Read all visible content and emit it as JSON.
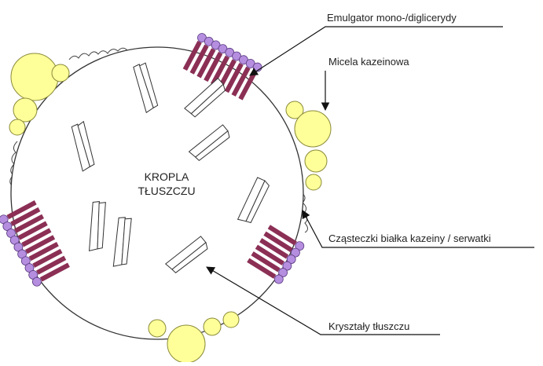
{
  "diagram": {
    "center_label_line1": "KROPLA",
    "center_label_line2": "TŁUSZCZU",
    "labels": {
      "emulsifier": "Emulgator mono-/diglicerydy",
      "casein_micelle": "Micela kazeinowa",
      "protein_particles": "Cząsteczki białka kazeiny / serwatki",
      "fat_crystals": "Kryształy tłuszczu"
    },
    "colors": {
      "micelle_fill": "#ffff99",
      "micelle_stroke": "#8a8a3a",
      "emulsifier_head": "#b58ee0",
      "emulsifier_tail": "#8b2f55",
      "outline": "#333333"
    }
  }
}
